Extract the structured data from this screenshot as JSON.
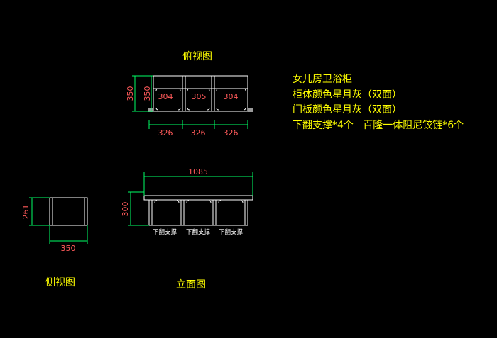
{
  "titles": {
    "top_view": "俯视图",
    "side_view": "侧视图",
    "front_view": "立面图"
  },
  "notes": [
    "女儿房卫浴柜",
    "柜体颜色星月灰（双面）",
    "门板颜色星月灰（双面）",
    "下翻支撑*4个   百隆一体阻尼铰链*6个"
  ],
  "top_view": {
    "depth_outer": "350",
    "depth_inner": "350",
    "cell_labels": [
      "304",
      "305",
      "304"
    ],
    "widths": [
      "326",
      "326",
      "326"
    ]
  },
  "front_view": {
    "overall_width": "1085",
    "height": "300",
    "support_labels": [
      "下翻支撑",
      "下翻支撑",
      "下翻支撑"
    ]
  },
  "side_view": {
    "height": "261",
    "depth": "350"
  },
  "colors": {
    "background": "#000000",
    "outline": "#ffffff",
    "dimension": "#00ff66",
    "dimension_text": "#ff5a5a",
    "annotation": "#ffff00"
  }
}
